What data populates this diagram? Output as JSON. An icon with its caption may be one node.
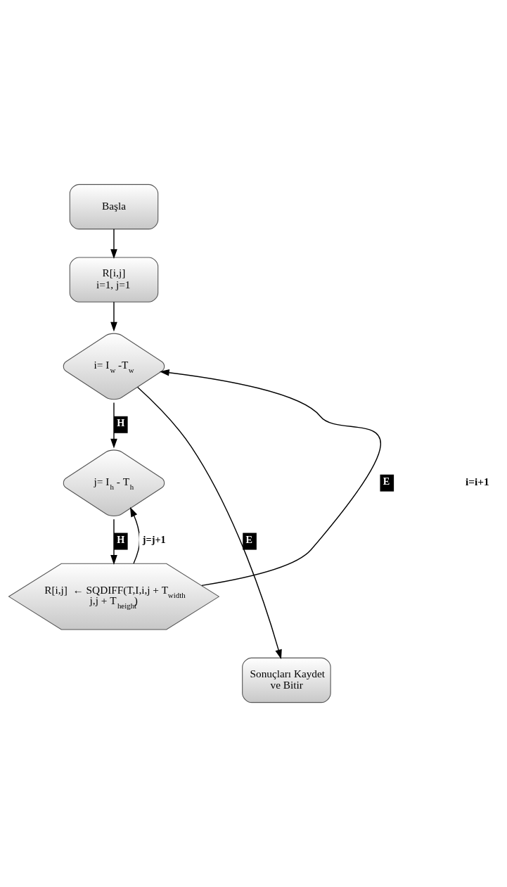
{
  "diagram": {
    "nodes": [
      {
        "text": [
          "Başla"
        ]
      },
      {
        "text": [
          "R[i,j] i=1, j=1"
        ]
      },
      {
        "text": [
          "i= I$_{w}$ -T$_{w}$"
        ]
      },
      {
        "text": [
          "j= I$_{h}$ - T$_{h}$"
        ]
      },
      {
        "text": [
          "R[i,j]  ← SQDIFF(T,I,i,j + T$_{width}$ j,j + T$_{height}$)"
        ]
      },
      {
        "text": [
          "Sonuçları Kaydet ve Bitir"
        ]
      }
    ],
    "edges": [
      {
        "from": 0,
        "to": 1,
        "arrow": "to"
      },
      {
        "from": 1,
        "to": 2,
        "arrow": "to"
      },
      {
        "from": 2,
        "to": 3,
        "arrow": "to",
        "label": "H"
      },
      {
        "from": 3,
        "to": 4,
        "arrow": "to",
        "label": "H"
      },
      {
        "from": 4,
        "to": 3,
        "arrow": "to",
        "label": "j=j+1"
      },
      {
        "from": 4,
        "to": 2,
        "arrow": "to",
        "label": "E"
      },
      {
        "from": 2,
        "to": 5,
        "arrow": "to",
        "label": "E"
      }
    ],
    "labels": [
      "i=i+1"
    ]
  }
}
